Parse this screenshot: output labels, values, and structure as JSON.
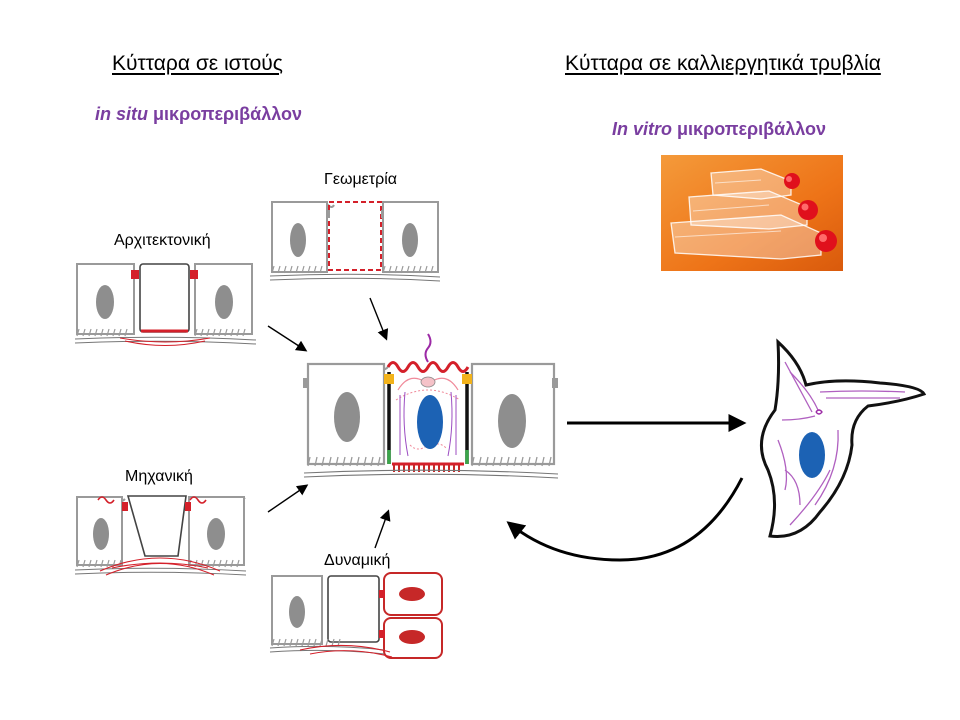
{
  "headers": {
    "tissue": "Κύτταρα σε ιστούς",
    "culture": "Κύτταρα σε καλλιεργητικά τρυβλία"
  },
  "environments": {
    "in_situ": {
      "emph": "in situ",
      "rest": "μικροπεριβάλλον"
    },
    "in_vitro": {
      "emph": "In vitro",
      "rest": "μικροπεριβάλλον"
    }
  },
  "panels": {
    "geometry": "Γεωμετρία",
    "architecture": "Αρχιτεκτονική",
    "mechanics": "Μηχανική",
    "dynamics": "Δυναμική"
  },
  "colors": {
    "cell_outline": "#9a9a9a",
    "nucleus_grey": "#8e8e8e",
    "accent_red": "#d4202a",
    "nucleus_blue": "#1c62b4",
    "junction_yellow": "#f2b21a",
    "env_purple": "#7a3ea0",
    "flask_bg": "#f07a1c"
  }
}
